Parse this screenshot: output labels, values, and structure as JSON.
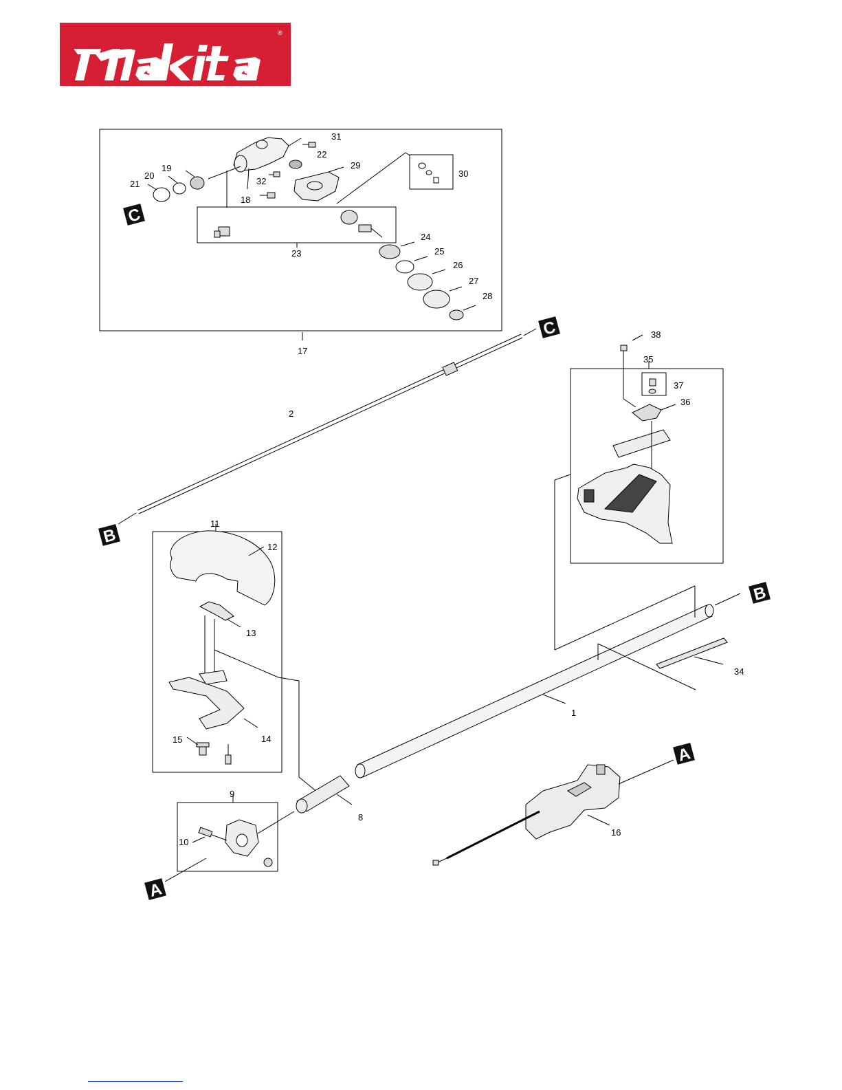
{
  "brand": {
    "logo_text": "makita",
    "registered_mark": "®",
    "color": "#d71f34"
  },
  "section_markers": {
    "a": "A",
    "b": "B",
    "c": "C"
  },
  "part_labels": {
    "p1": "1",
    "p2": "2",
    "p8": "8",
    "p9": "9",
    "p10": "10",
    "p11": "11",
    "p12": "12",
    "p13": "13",
    "p14": "14",
    "p15": "15",
    "p16": "16",
    "p17": "17",
    "p18": "18",
    "p19": "19",
    "p20": "20",
    "p21": "21",
    "p22": "22",
    "p23": "23",
    "p24": "24",
    "p25": "25",
    "p26": "26",
    "p27": "27",
    "p28": "28",
    "p29": "29",
    "p30": "30",
    "p31": "31",
    "p32": "32",
    "p34": "34",
    "p35": "35",
    "p36": "36",
    "p37": "37",
    "p38": "38"
  }
}
